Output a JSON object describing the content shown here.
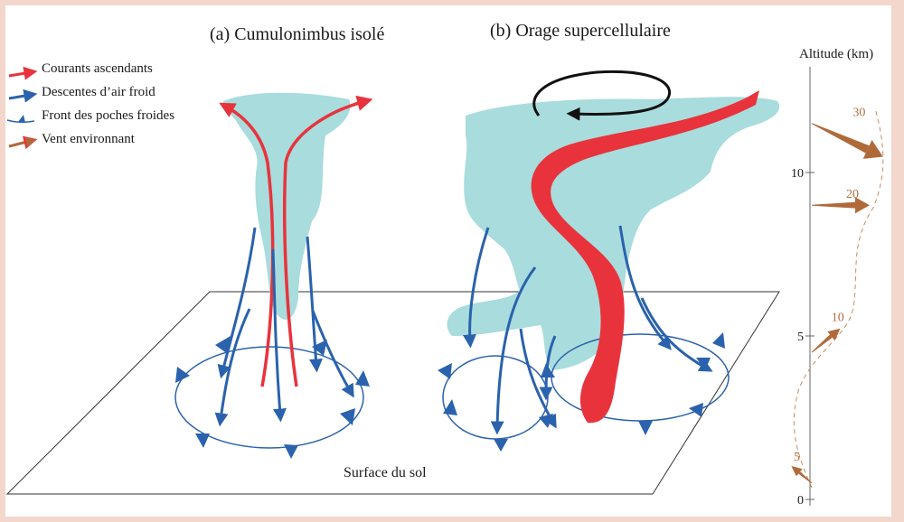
{
  "titles": {
    "a": "(a) Cumulonimbus isolé",
    "b": "(b) Orage supercellulaire"
  },
  "legend": [
    {
      "label": "Courants ascendants",
      "icon": "red-arrow-icon",
      "color": "#e8333c"
    },
    {
      "label": "Descentes d’air froid",
      "icon": "blue-arrow-icon",
      "color": "#2a62ad"
    },
    {
      "label": "Front des poches froides",
      "icon": "blue-front-icon",
      "color": "#2a62ad"
    },
    {
      "label": "Vent environnant",
      "icon": "brown-arrow-icon",
      "color": "#b06a3a"
    }
  ],
  "ground_label": "Surface du sol",
  "altitude_axis": {
    "title": "Altitude (km)",
    "ticks": [
      {
        "value": 0,
        "label": "0"
      },
      {
        "value": 5,
        "label": "5"
      },
      {
        "value": 10,
        "label": "10"
      }
    ],
    "wind_vectors": [
      {
        "altitude_km": 0.5,
        "speed": 5,
        "label": "5"
      },
      {
        "altitude_km": 4.5,
        "speed": 10,
        "label": "10"
      },
      {
        "altitude_km": 9,
        "speed": 20,
        "label": "20"
      },
      {
        "altitude_km": 11.5,
        "speed": 30,
        "label": "30"
      }
    ]
  },
  "colors": {
    "cloud": "#a9dcdc",
    "updraft": "#e8333c",
    "downdraft": "#2a62ad",
    "wind": "#b06a3a",
    "background": "#f3d6cc"
  }
}
